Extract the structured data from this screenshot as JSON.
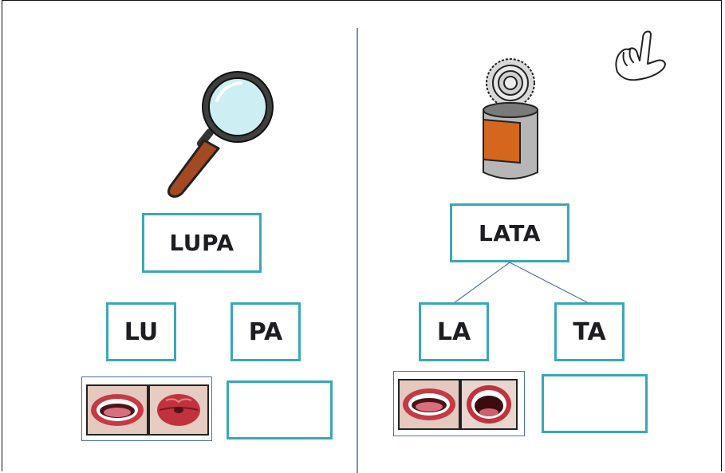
{
  "left": {
    "picture": "magnifying-glass",
    "word": "LUPA",
    "syllables": [
      "LU",
      "PA"
    ],
    "mouth_pictures": [
      "open-mouth-tongue",
      "pursed-lips"
    ]
  },
  "right": {
    "picture": "tin-can",
    "word": "LATA",
    "syllables": [
      "LA",
      "TA"
    ],
    "mouth_pictures": [
      "open-mouth-tongue",
      "wide-open-mouth"
    ]
  },
  "corner_icon": "hand-gesture-icon",
  "colors": {
    "box_border": "#3aa7b8",
    "divider": "#6f93c3",
    "text": "#1e1e22"
  }
}
